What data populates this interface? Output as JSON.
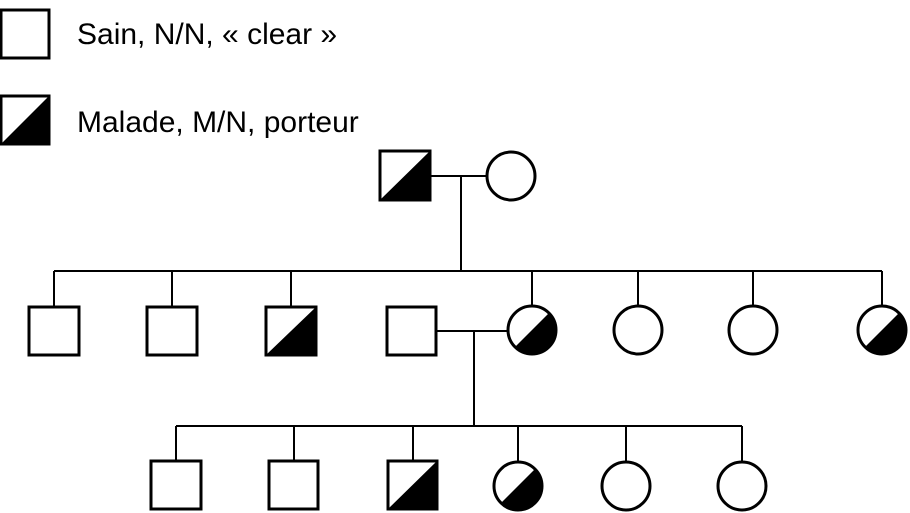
{
  "colors": {
    "stroke": "#000000",
    "affected_fill": "#000000",
    "background": "#ffffff"
  },
  "legend": {
    "healthy_label": "Sain, N/N, « clear »",
    "carrier_label": "Malade, M/N, porteur"
  },
  "pedigree": {
    "generation_1": [
      {
        "id": "I-1",
        "sex": "male",
        "status": "carrier"
      },
      {
        "id": "I-2",
        "sex": "female",
        "status": "healthy"
      }
    ],
    "generation_2": [
      {
        "id": "II-1",
        "sex": "male",
        "status": "healthy"
      },
      {
        "id": "II-2",
        "sex": "male",
        "status": "healthy"
      },
      {
        "id": "II-3",
        "sex": "male",
        "status": "carrier"
      },
      {
        "id": "II-4",
        "sex": "male",
        "status": "healthy",
        "married_in": true
      },
      {
        "id": "II-5",
        "sex": "female",
        "status": "carrier"
      },
      {
        "id": "II-6",
        "sex": "female",
        "status": "healthy"
      },
      {
        "id": "II-7",
        "sex": "female",
        "status": "healthy"
      },
      {
        "id": "II-8",
        "sex": "female",
        "status": "carrier"
      }
    ],
    "generation_3": [
      {
        "id": "III-1",
        "sex": "male",
        "status": "healthy"
      },
      {
        "id": "III-2",
        "sex": "male",
        "status": "healthy"
      },
      {
        "id": "III-3",
        "sex": "male",
        "status": "carrier"
      },
      {
        "id": "III-4",
        "sex": "female",
        "status": "carrier"
      },
      {
        "id": "III-5",
        "sex": "female",
        "status": "healthy"
      },
      {
        "id": "III-6",
        "sex": "female",
        "status": "healthy"
      }
    ],
    "couples": [
      {
        "partners": [
          "I-1",
          "I-2"
        ],
        "children": [
          "II-1",
          "II-2",
          "II-3",
          "II-5",
          "II-6",
          "II-7",
          "II-8"
        ]
      },
      {
        "partners": [
          "II-4",
          "II-5"
        ],
        "children": [
          "III-1",
          "III-2",
          "III-3",
          "III-4",
          "III-5",
          "III-6"
        ]
      }
    ]
  }
}
